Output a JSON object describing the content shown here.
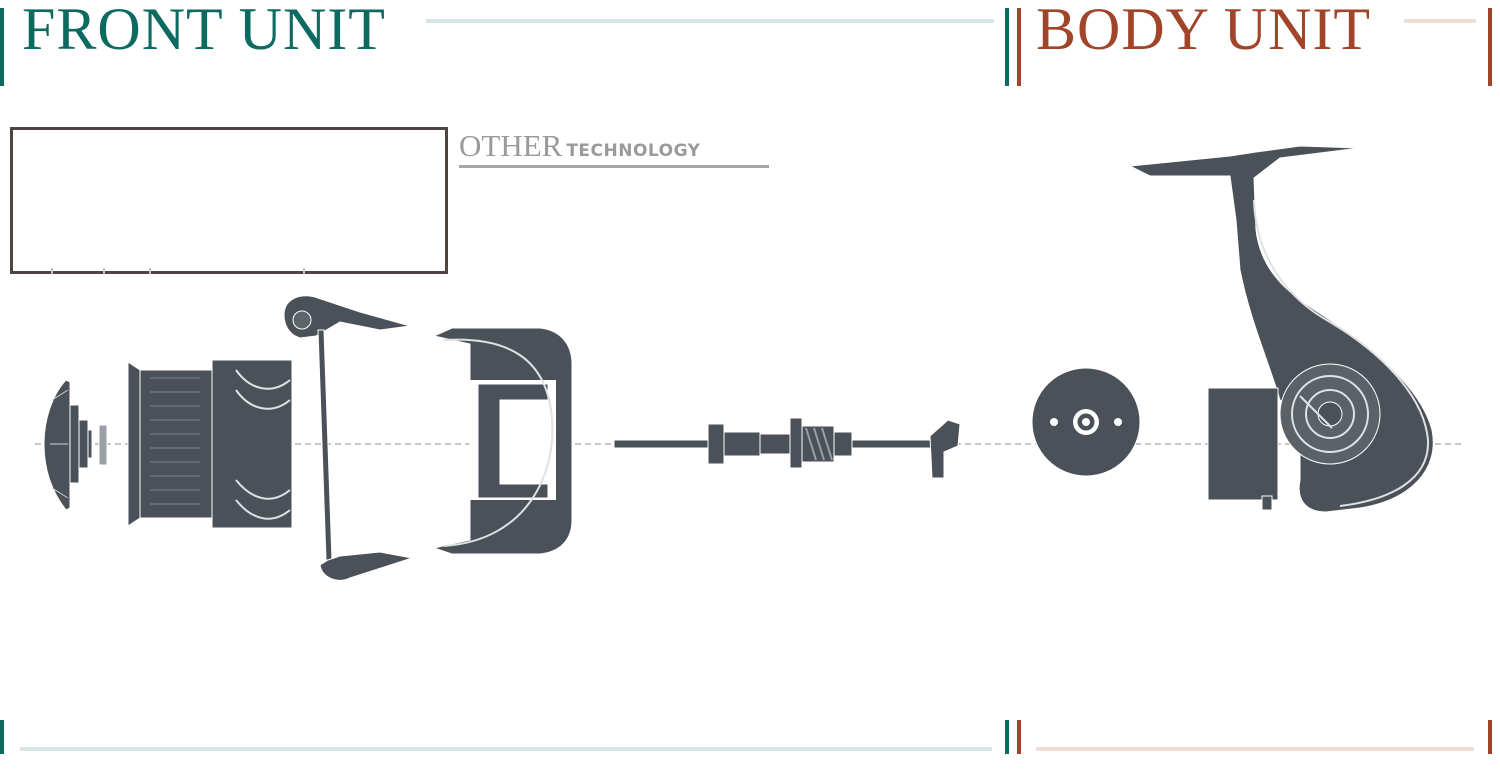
{
  "sections": {
    "front": {
      "title": "FRONT UNIT",
      "color": "#0c6a60",
      "line_color": "#d6e6e4"
    },
    "body": {
      "title": "BODY UNIT",
      "color": "#a0452a",
      "line_color": "#f1ddd7"
    }
  },
  "other_technology": {
    "big": "OTHER",
    "small": "TECHNOLOGY",
    "color": "#9a9a9a"
  },
  "parts_color": "#4a5158",
  "parts": [
    "drag-knob",
    "spool",
    "bail-assembly",
    "rotor",
    "main-shaft",
    "side-cover",
    "reel-body"
  ]
}
